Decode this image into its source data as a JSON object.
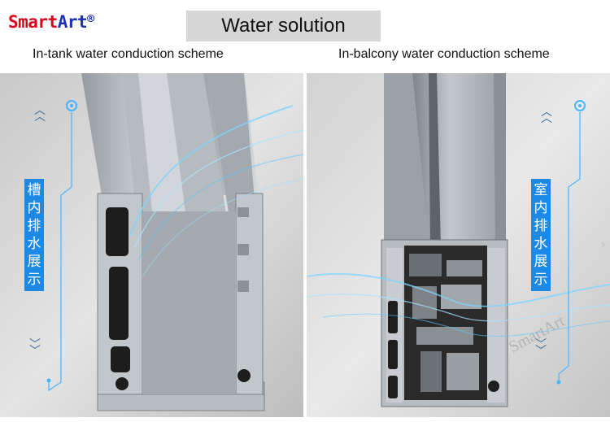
{
  "brand": {
    "name_part1": "Smart",
    "name_part2": "Art",
    "registered_mark": "®"
  },
  "title": "Water solution",
  "captions": {
    "left": "In-tank water conduction scheme",
    "right": "In-balcony water conduction scheme"
  },
  "left_panel": {
    "vertical_label": "槽内排水展示"
  },
  "right_panel": {
    "vertical_label": "室内排水展示",
    "watermark": "SmartArt"
  },
  "colors": {
    "brand_red": "#d8001a",
    "brand_blue": "#1b2fb4",
    "label_blue": "#1e88e5"
  }
}
